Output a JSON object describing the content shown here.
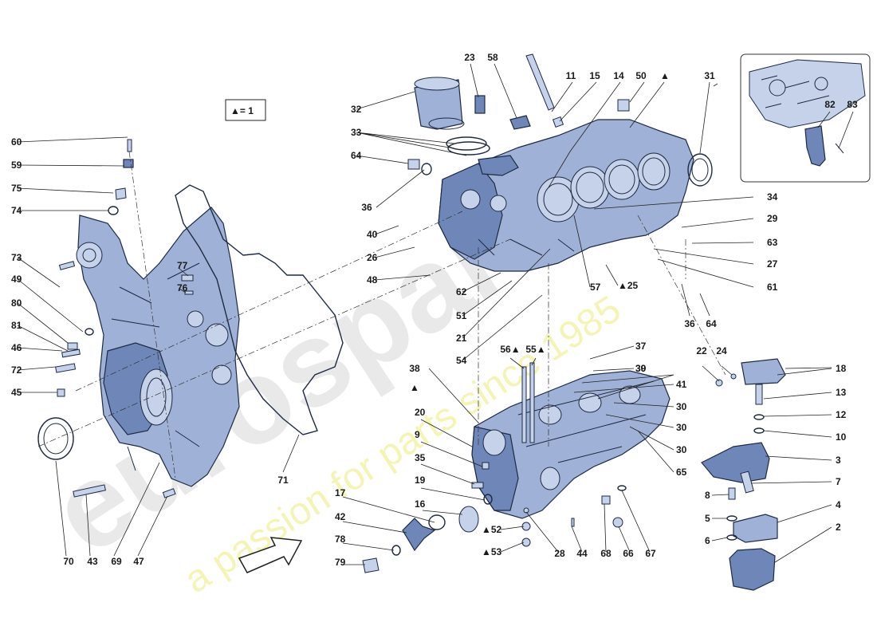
{
  "legend": {
    "text": "▲= 1"
  },
  "watermark": {
    "brand": "eurospares",
    "tagline": "a passion for parts since 1985"
  },
  "callouts": [
    {
      "id": "23",
      "text": "23"
    },
    {
      "id": "58",
      "text": "58"
    },
    {
      "id": "11",
      "text": "11"
    },
    {
      "id": "15",
      "text": "15"
    },
    {
      "id": "14",
      "text": "14"
    },
    {
      "id": "50",
      "text": "50"
    },
    {
      "id": "tri_top",
      "text": "▲"
    },
    {
      "id": "31",
      "text": "31"
    },
    {
      "id": "82",
      "text": "82"
    },
    {
      "id": "83",
      "text": "83"
    },
    {
      "id": "32",
      "text": "32"
    },
    {
      "id": "33",
      "text": "33"
    },
    {
      "id": "64a",
      "text": "64"
    },
    {
      "id": "36a",
      "text": "36"
    },
    {
      "id": "34",
      "text": "34"
    },
    {
      "id": "29",
      "text": "29"
    },
    {
      "id": "63",
      "text": "63"
    },
    {
      "id": "27",
      "text": "27"
    },
    {
      "id": "61",
      "text": "61"
    },
    {
      "id": "40",
      "text": "40"
    },
    {
      "id": "26",
      "text": "26"
    },
    {
      "id": "48",
      "text": "48"
    },
    {
      "id": "62",
      "text": "62"
    },
    {
      "id": "51",
      "text": "51"
    },
    {
      "id": "21",
      "text": "21"
    },
    {
      "id": "54",
      "text": "54"
    },
    {
      "id": "57",
      "text": "57"
    },
    {
      "id": "25",
      "text": "▲25"
    },
    {
      "id": "36b",
      "text": "36"
    },
    {
      "id": "64b",
      "text": "64"
    },
    {
      "id": "60",
      "text": "60"
    },
    {
      "id": "59",
      "text": "59"
    },
    {
      "id": "75",
      "text": "75"
    },
    {
      "id": "74",
      "text": "74"
    },
    {
      "id": "73",
      "text": "73"
    },
    {
      "id": "49",
      "text": "49"
    },
    {
      "id": "80",
      "text": "80"
    },
    {
      "id": "81",
      "text": "81"
    },
    {
      "id": "46",
      "text": "46"
    },
    {
      "id": "72",
      "text": "72"
    },
    {
      "id": "45",
      "text": "45"
    },
    {
      "id": "77",
      "text": "77"
    },
    {
      "id": "76",
      "text": "76"
    },
    {
      "id": "37",
      "text": "37"
    },
    {
      "id": "39",
      "text": "39"
    },
    {
      "id": "56",
      "text": "56▲"
    },
    {
      "id": "55",
      "text": "55▲"
    },
    {
      "id": "38",
      "text": "38"
    },
    {
      "id": "tri_mid",
      "text": "▲"
    },
    {
      "id": "30a",
      "text": "30"
    },
    {
      "id": "41",
      "text": "41"
    },
    {
      "id": "30b",
      "text": "30"
    },
    {
      "id": "30c",
      "text": "30"
    },
    {
      "id": "30d",
      "text": "30"
    },
    {
      "id": "20",
      "text": "20"
    },
    {
      "id": "9",
      "text": "9"
    },
    {
      "id": "35",
      "text": "35"
    },
    {
      "id": "19",
      "text": "19"
    },
    {
      "id": "17",
      "text": "17"
    },
    {
      "id": "16",
      "text": "16"
    },
    {
      "id": "42",
      "text": "42"
    },
    {
      "id": "52",
      "text": "▲52"
    },
    {
      "id": "53",
      "text": "▲53"
    },
    {
      "id": "78",
      "text": "78"
    },
    {
      "id": "79",
      "text": "79"
    },
    {
      "id": "28",
      "text": "28"
    },
    {
      "id": "44",
      "text": "44"
    },
    {
      "id": "68",
      "text": "68"
    },
    {
      "id": "66",
      "text": "66"
    },
    {
      "id": "67",
      "text": "67"
    },
    {
      "id": "65",
      "text": "65"
    },
    {
      "id": "22",
      "text": "22"
    },
    {
      "id": "24",
      "text": "24"
    },
    {
      "id": "18",
      "text": "18"
    },
    {
      "id": "13",
      "text": "13"
    },
    {
      "id": "12",
      "text": "12"
    },
    {
      "id": "10",
      "text": "10"
    },
    {
      "id": "3",
      "text": "3"
    },
    {
      "id": "7",
      "text": "7"
    },
    {
      "id": "8",
      "text": "8"
    },
    {
      "id": "4",
      "text": "4"
    },
    {
      "id": "5",
      "text": "5"
    },
    {
      "id": "6",
      "text": "6"
    },
    {
      "id": "2",
      "text": "2"
    },
    {
      "id": "71",
      "text": "71"
    },
    {
      "id": "70",
      "text": "70"
    },
    {
      "id": "43",
      "text": "43"
    },
    {
      "id": "69",
      "text": "69"
    },
    {
      "id": "47",
      "text": "47"
    }
  ],
  "colors": {
    "part": "#9fb1d6",
    "part_dark": "#6f86b8",
    "outline": "#1e2a44",
    "watermark_gray": "#e9e9e9",
    "watermark_yellow": "#ecec7a"
  }
}
